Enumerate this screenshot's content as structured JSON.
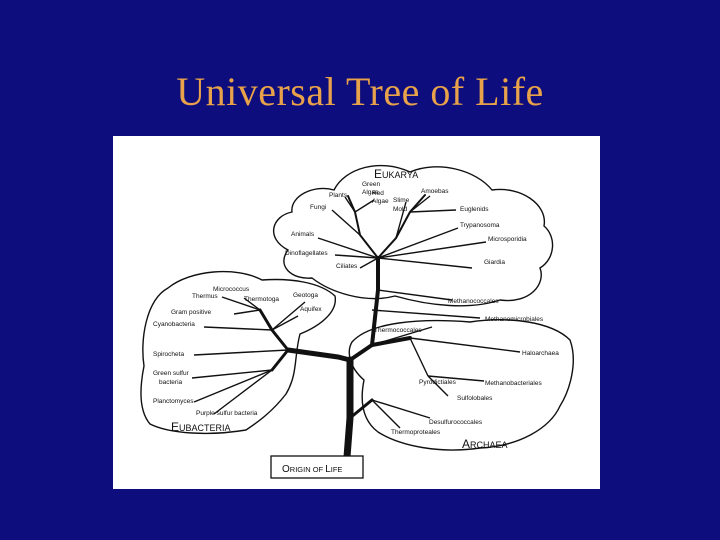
{
  "slide": {
    "title": "Universal Tree of Life"
  },
  "domains": {
    "eukarya": {
      "first": "E",
      "rest": "UKARYA"
    },
    "eubacteria": {
      "first": "E",
      "rest": "UBACTERIA"
    },
    "archaea": {
      "first": "A",
      "rest": "RCHAEA"
    },
    "origin": {
      "p1": "O",
      "p2": "RIGIN OF ",
      "p3": "L",
      "p4": "IFE"
    }
  },
  "eukarya_labels": {
    "green_algae_1": "Green",
    "green_algae_2": "Algae",
    "plants": "Plants",
    "red_algae_1": "Red",
    "red_algae_2": "Algae",
    "slime_mold_1": "Slime",
    "slime_mold_2": "Mold",
    "amoebas": "Amoebas",
    "fungi": "Fungi",
    "euglenids": "Euglenids",
    "trypanosoma": "Trypanosoma",
    "animals": "Animals",
    "microsporidia": "Microsporidia",
    "dinoflagellates": "Dinoflagellates",
    "giardia": "Giardia",
    "ciliates": "Ciliates"
  },
  "bacteria_labels": {
    "micrococcus": "Micrococcus",
    "thermus": "Thermus",
    "thermotoga": "Thermotoga",
    "geotoga": "Geotoga",
    "gram_positive": "Gram positive",
    "aquifex": "Aquifex",
    "cyanobacteria": "Cyanobacteria",
    "spirocheta": "Spirocheta",
    "green_sulfur_1": "Green sulfur",
    "green_sulfur_2": "bacteria",
    "planctomyces": "Planctomyces",
    "purple_sulfur": "Purple sulfur bacteria"
  },
  "archaea_labels": {
    "methanococcales": "Methanococcales",
    "methanomicrobiales": "Methanomicrobiales",
    "thermococcales": "Thermococcales",
    "haloarchaea": "Haloarchaea",
    "pyrodictiales": "Pyrodictiales",
    "methanobacteriales": "Methanobacteriales",
    "sulfolobales": "Sulfolobales",
    "desulfurococcales": "Desulfurococcales",
    "thermoproteales": "Thermoproteales"
  },
  "colors": {
    "background": "#0d0d7e",
    "title": "#e8a24a",
    "figure": "#ffffff",
    "ink": "#111111"
  }
}
